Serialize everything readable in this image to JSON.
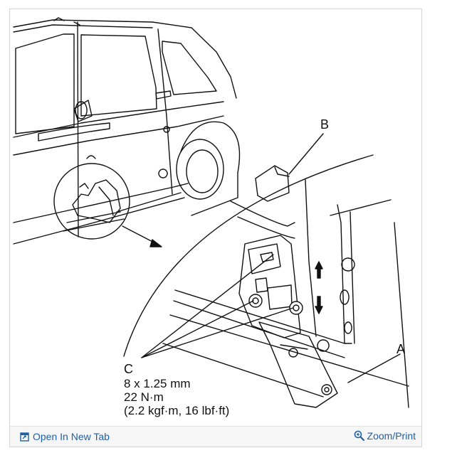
{
  "diagram": {
    "callout_a": "A",
    "callout_b": "B",
    "callout_c": "C",
    "spec_size": "8 x 1.25 mm",
    "spec_torque": "22 N·m",
    "spec_alt": "(2.2 kgf·m, 16 lbf·ft)"
  },
  "footer": {
    "open_tab_label": "Open In New Tab",
    "zoom_label": "Zoom/Print"
  },
  "colors": {
    "link": "#1f5fa8",
    "line": "#111111"
  }
}
